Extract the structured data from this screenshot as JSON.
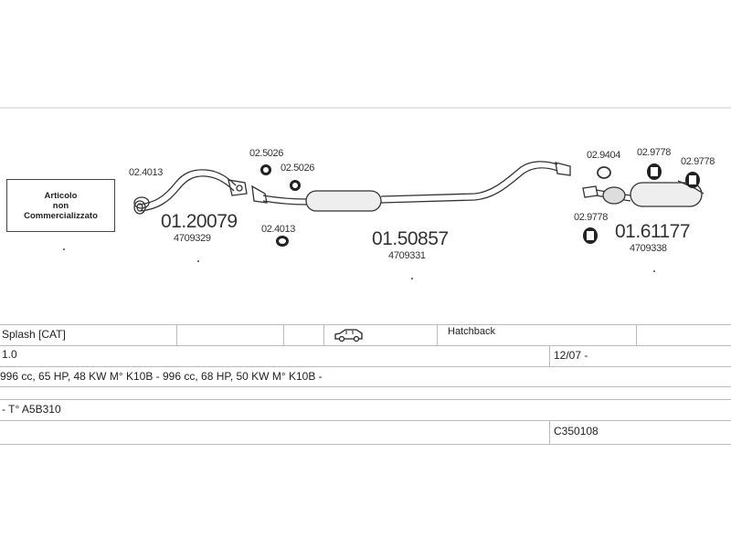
{
  "diagram": {
    "not_marketed_box": [
      "Articolo",
      "non",
      "Commercializzato"
    ],
    "parts": {
      "p1_number": "01.20079",
      "p1_oem": "4709329",
      "p2_number": "01.50857",
      "p2_oem": "4709331",
      "p3_number": "01.61177",
      "p3_oem": "4709338"
    },
    "small_parts": {
      "gasket_front": "02.4013",
      "ring_a": "02.5026",
      "ring_b": "02.5026",
      "gasket_mid": "02.4013",
      "clamp": "02.9404",
      "hanger_a": "02.9778",
      "hanger_b": "02.9778",
      "hanger_c": "02.9778"
    }
  },
  "table": {
    "model": "Splash  [CAT]",
    "body_icon": "car-icon",
    "body_type": "Hatchback",
    "engine": "1.0",
    "date": "12/07 -",
    "specs": "996 cc, 65 HP, 48 KW M° K10B - 996 cc, 68 HP, 50 KW M° K10B -",
    "type_code": "- T° A5B310",
    "ref_code": "C350108"
  }
}
